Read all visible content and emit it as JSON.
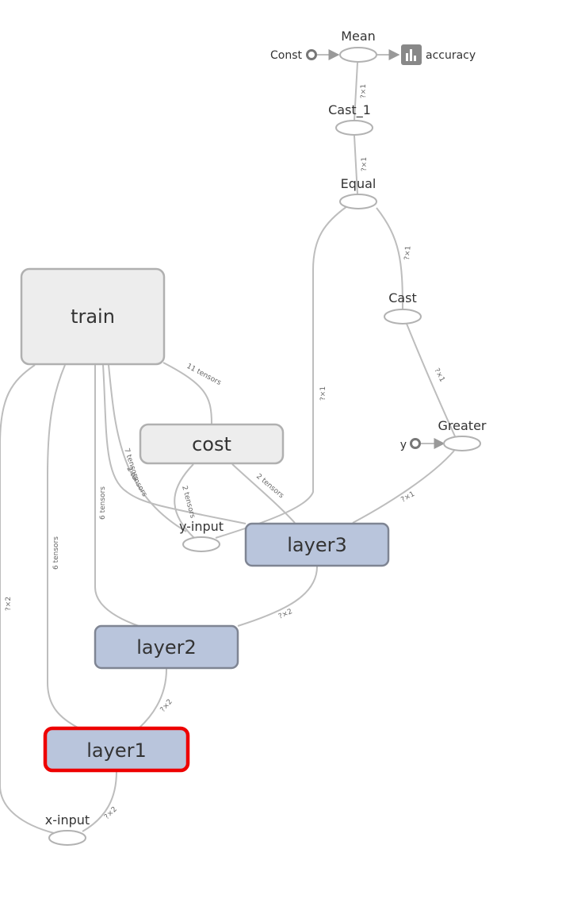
{
  "graph": {
    "nodes": {
      "mean": "Mean",
      "const": "Const",
      "accuracy": "accuracy",
      "cast_1": "Cast_1",
      "equal": "Equal",
      "cast": "Cast",
      "greater": "Greater",
      "y": "y",
      "train": "train",
      "cost": "cost",
      "y_input": "y-input",
      "layer3": "layer3",
      "layer2": "layer2",
      "layer1": "layer1",
      "x_input": "x-input"
    },
    "edge_labels": {
      "cast1_to_mean": "?×1",
      "equal_to_cast1": "?×1",
      "cast_to_equal": "?×1",
      "greater_to_cast": "?×1",
      "layer3_to_equal": "?×1",
      "layer3_to_greater": "?×1",
      "cost_to_train": "11 tensors",
      "train_to_yinput": "7 tensors",
      "cost_to_yinput": "2 tensors",
      "cost_to_layer3": "2 tensors",
      "train_to_layer2": "6 tensors",
      "train_to_layer1": "6 tensors",
      "layer2_to_layer3": "?×2",
      "layer1_to_layer2": "?×2",
      "xinput_to_layer1": "?×2",
      "train_to_xinput": "?×2",
      "train_misc": "2 tensors"
    },
    "selected_node": "layer1",
    "colors": {
      "edge": "#bdbdbd",
      "meta_fill": "#ededed",
      "namespace_fill": "#b9c5dc",
      "selection": "#ee0000"
    }
  }
}
